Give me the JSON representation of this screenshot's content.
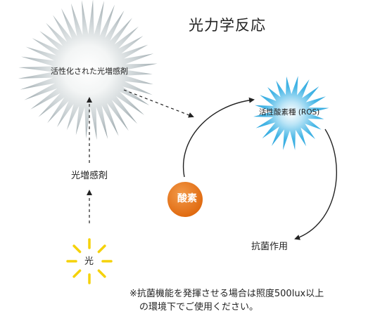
{
  "diagram": {
    "title": "光力学反応",
    "nodes": {
      "activated_photosensitizer": "活性化された光増感剤",
      "reactive_oxygen_species": "活性酸素種 (ROS)",
      "photosensitizer": "光増感剤",
      "oxygen": "酸素",
      "antibacterial_action": "抗菌作用",
      "light": "光"
    },
    "note": {
      "line1": "※抗菌機能を発揮させる場合は照度500lux以上",
      "line2": "の環境下でご使用ください。"
    },
    "colors": {
      "burst_gray_dark": "#9aa6aa",
      "burst_gray_light": "#ffffff",
      "burst_blue": "#2ba6de",
      "burst_blue_light": "#ffffff",
      "oxygen_orange": "#e8761c",
      "light_yellow": "#f5d20a",
      "arrow": "#222222"
    }
  }
}
